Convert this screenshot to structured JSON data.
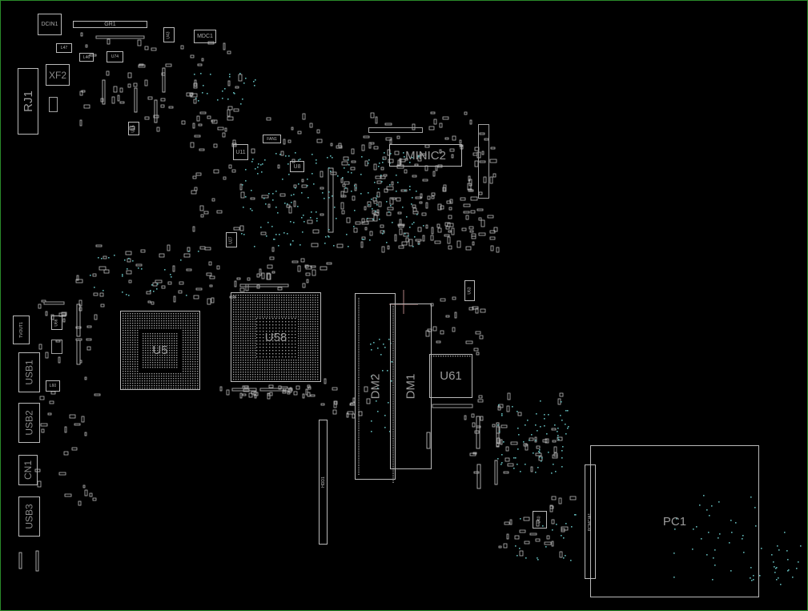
{
  "window": {
    "background": "#000000",
    "frame_color": "#2a8a2a",
    "outline_color": "#b9b9b9",
    "testpoint_color": "#5fb3b3"
  },
  "components": {
    "dcin1": "DCIN1",
    "gr1": "GR1",
    "u43": "U43",
    "mdc1": "MDC1",
    "l47": "L47",
    "l46": "L46",
    "u74": "U74",
    "xf2": "XF2",
    "rj1": "RJ1",
    "u15": "U15",
    "fan1": "FAN1",
    "u11": "U11",
    "u8": "U8",
    "minic2": "MINIC2",
    "u58": "U58",
    "u5": "U5",
    "u27": "U27",
    "u63": "U63",
    "u66": "U66",
    "tvout1": "TVOUT1",
    "usb1": "USB1",
    "usb2": "USB2",
    "usb3": "USB3",
    "cn1": "CN1",
    "l60": "L60",
    "dm2": "DM2",
    "dm1": "DM1",
    "u61": "U61",
    "hdd1": "HDD1",
    "u40": "U40",
    "pcmcia1": "PCMCIA1",
    "pc1": "PC1"
  }
}
